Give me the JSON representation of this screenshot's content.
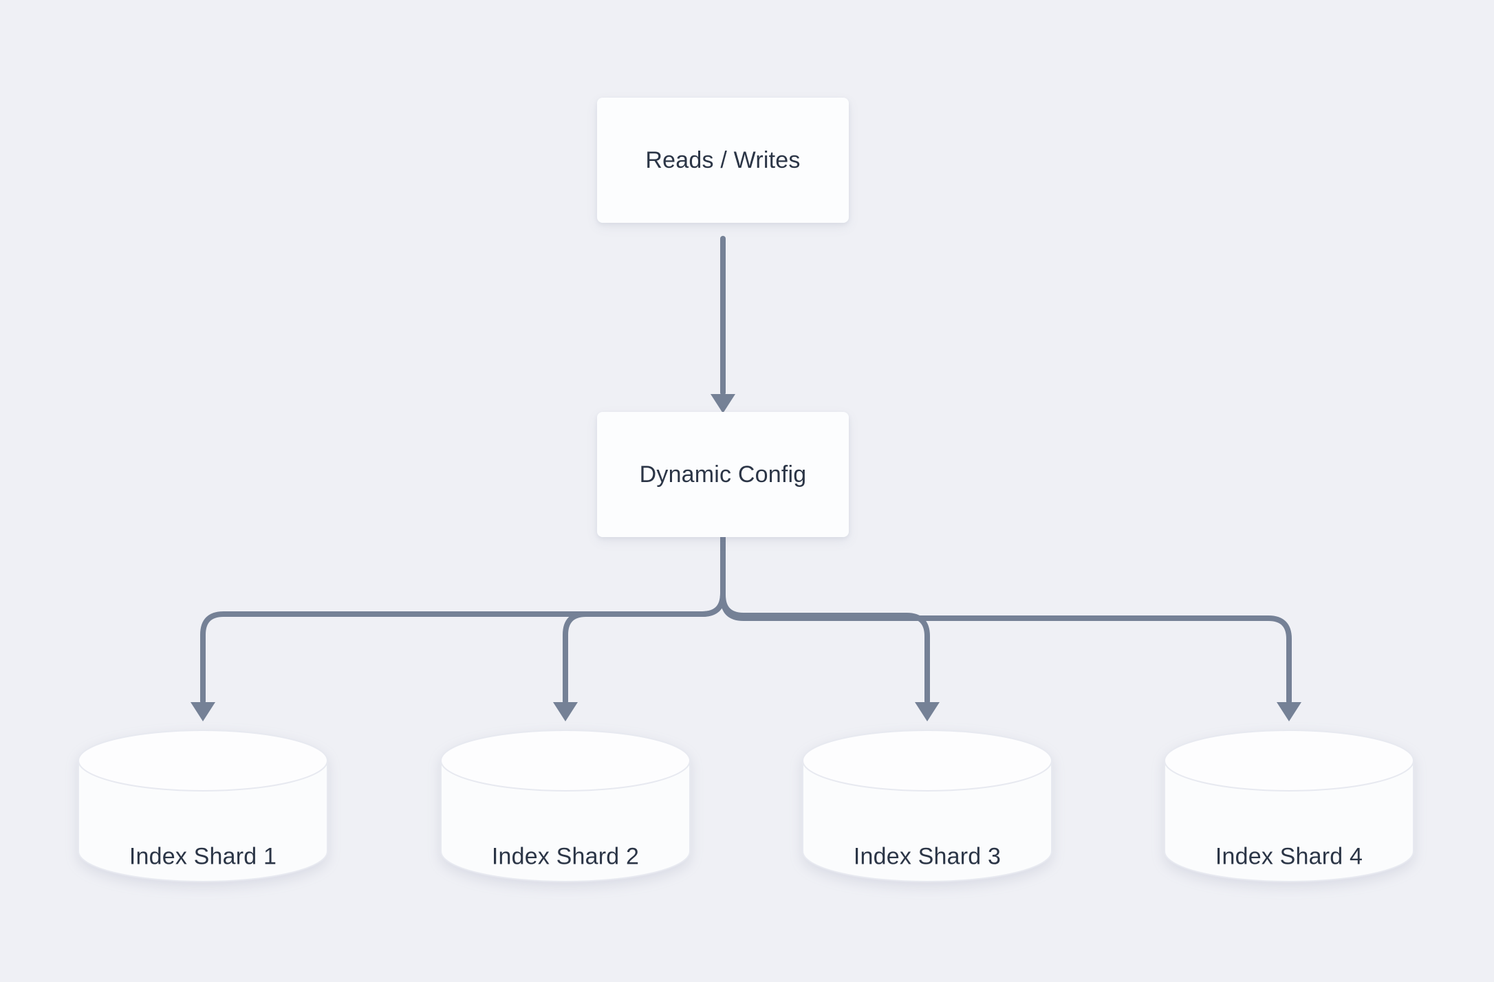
{
  "diagram": {
    "nodes": [
      {
        "id": "reads-writes",
        "label": "Reads / Writes",
        "shape": "rectangle"
      },
      {
        "id": "dynamic-config",
        "label": "Dynamic Config",
        "shape": "rectangle"
      },
      {
        "id": "index-shard-1",
        "label": "Index Shard 1",
        "shape": "cylinder"
      },
      {
        "id": "index-shard-2",
        "label": "Index Shard 2",
        "shape": "cylinder"
      },
      {
        "id": "index-shard-3",
        "label": "Index Shard 3",
        "shape": "cylinder"
      },
      {
        "id": "index-shard-4",
        "label": "Index Shard 4",
        "shape": "cylinder"
      }
    ],
    "edges": [
      {
        "from": "reads-writes",
        "to": "dynamic-config",
        "style": "arrow"
      },
      {
        "from": "dynamic-config",
        "to": "index-shard-1",
        "style": "arrow"
      },
      {
        "from": "dynamic-config",
        "to": "index-shard-2",
        "style": "arrow"
      },
      {
        "from": "dynamic-config",
        "to": "index-shard-3",
        "style": "arrow"
      },
      {
        "from": "dynamic-config",
        "to": "index-shard-4",
        "style": "arrow"
      }
    ]
  },
  "colors": {
    "background": "#eff0f5",
    "node_fill": "#fcfdfe",
    "node_border": "#e7e9f0",
    "connector": "#758196",
    "text": "#2b3546"
  }
}
